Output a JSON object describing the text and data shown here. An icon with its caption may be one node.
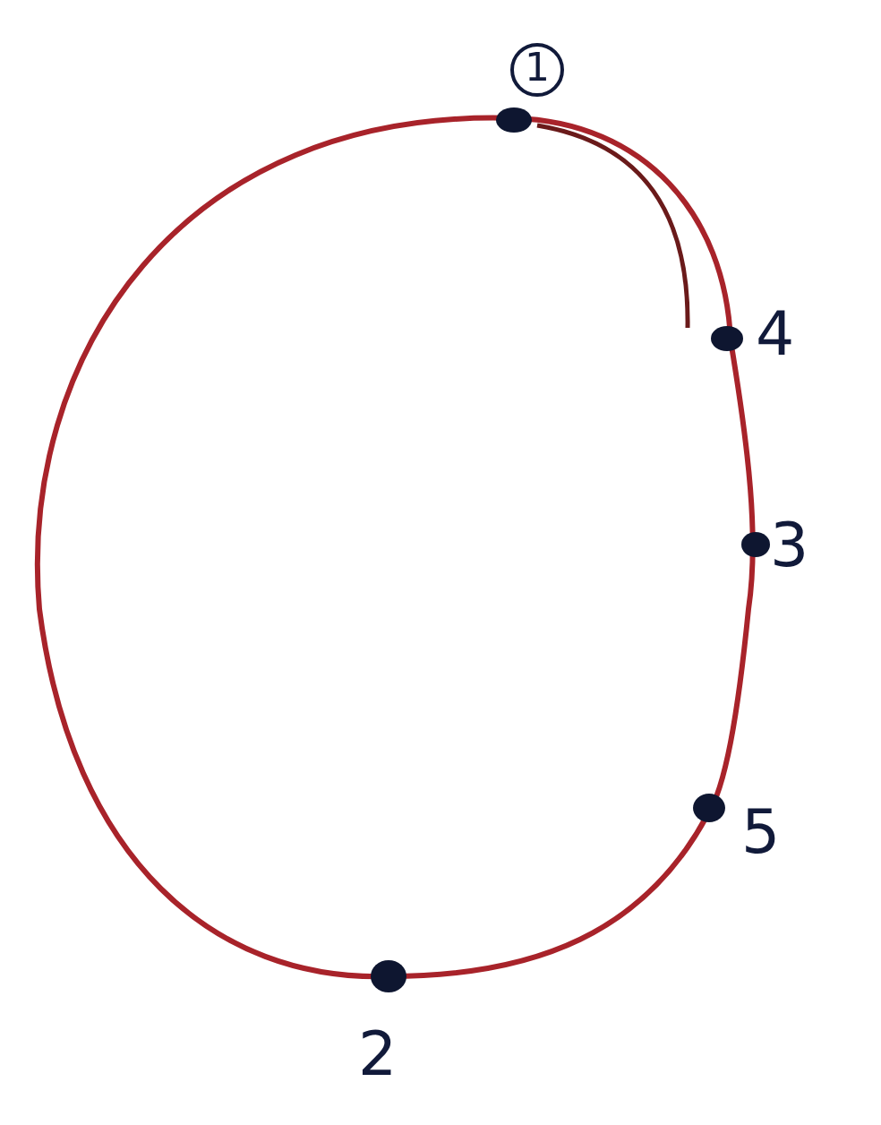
{
  "diagram": {
    "labels": [
      "1",
      "4",
      "3",
      "5",
      "2"
    ]
  }
}
